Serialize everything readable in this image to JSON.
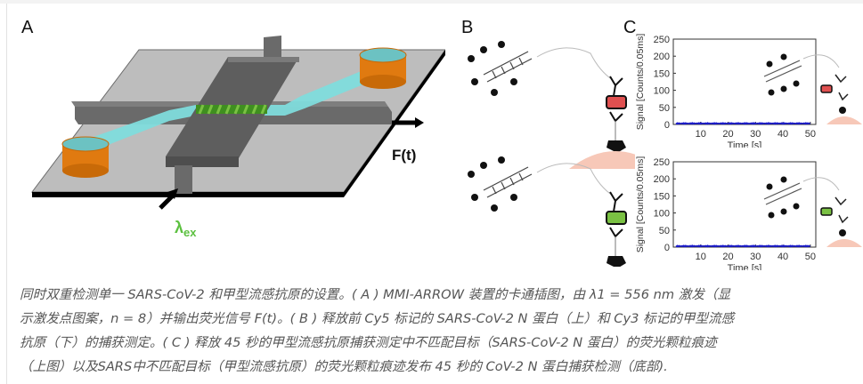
{
  "figure": {
    "panel_a": {
      "label": "A",
      "output_label": "F(t)",
      "excitation_label": "λ",
      "excitation_subscript": "ex"
    },
    "panel_b": {
      "label": "B",
      "top_target_color": "#e05050",
      "bottom_target_color": "#7ac143"
    },
    "panel_c": {
      "label": "C"
    }
  },
  "chart_data": [
    {
      "type": "line",
      "title": "",
      "xlabel": "Time [s]",
      "ylabel": "Signal [Counts/0.05ms]",
      "xlim": [
        0,
        52
      ],
      "ylim": [
        0,
        250
      ],
      "xticks": [
        10,
        20,
        30,
        40,
        50
      ],
      "yticks": [
        0,
        50,
        100,
        150,
        200,
        250
      ],
      "series": [
        {
          "name": "signal",
          "color": "#1a1acc",
          "x_range": [
            1,
            50
          ],
          "approx_value": 3
        }
      ],
      "inset_label_color": "#e05050",
      "grid": false
    },
    {
      "type": "line",
      "title": "",
      "xlabel": "Time [s]",
      "ylabel": "Signal [Counts/0.05ms]",
      "xlim": [
        0,
        52
      ],
      "ylim": [
        0,
        250
      ],
      "xticks": [
        10,
        20,
        30,
        40,
        50
      ],
      "yticks": [
        0,
        50,
        100,
        150,
        200,
        250
      ],
      "series": [
        {
          "name": "signal",
          "color": "#1a1acc",
          "x_range": [
            1,
            50
          ],
          "approx_value": 3
        }
      ],
      "inset_label_color": "#7ac143",
      "grid": false
    }
  ],
  "caption": {
    "lines": [
      "同时双重检测单一 SARS-CoV-2 和甲型流感抗原的设置。( A ) MMI-ARROW 装置的卡通插图，由 λ1 = 556 nm 激发（显",
      "示激发点图案，n = 8）并输出荧光信号 F(t)。( B ) 释放前 Cy5 标记的 SARS-CoV-2 N 蛋白（上）和 Cy3 标记的甲型流感",
      "抗原（下）的捕获测定。( C ) 释放 45 秒的甲型流感抗原捕获测定中不匹配目标（SARS-CoV-2 N 蛋白）的荧光颗粒痕迹",
      "（上图）以及SARS中不匹配目标（甲型流感抗原）的荧光颗粒痕迹发布 45 秒的 CoV-2 N 蛋白捕获检测（底部)."
    ]
  }
}
